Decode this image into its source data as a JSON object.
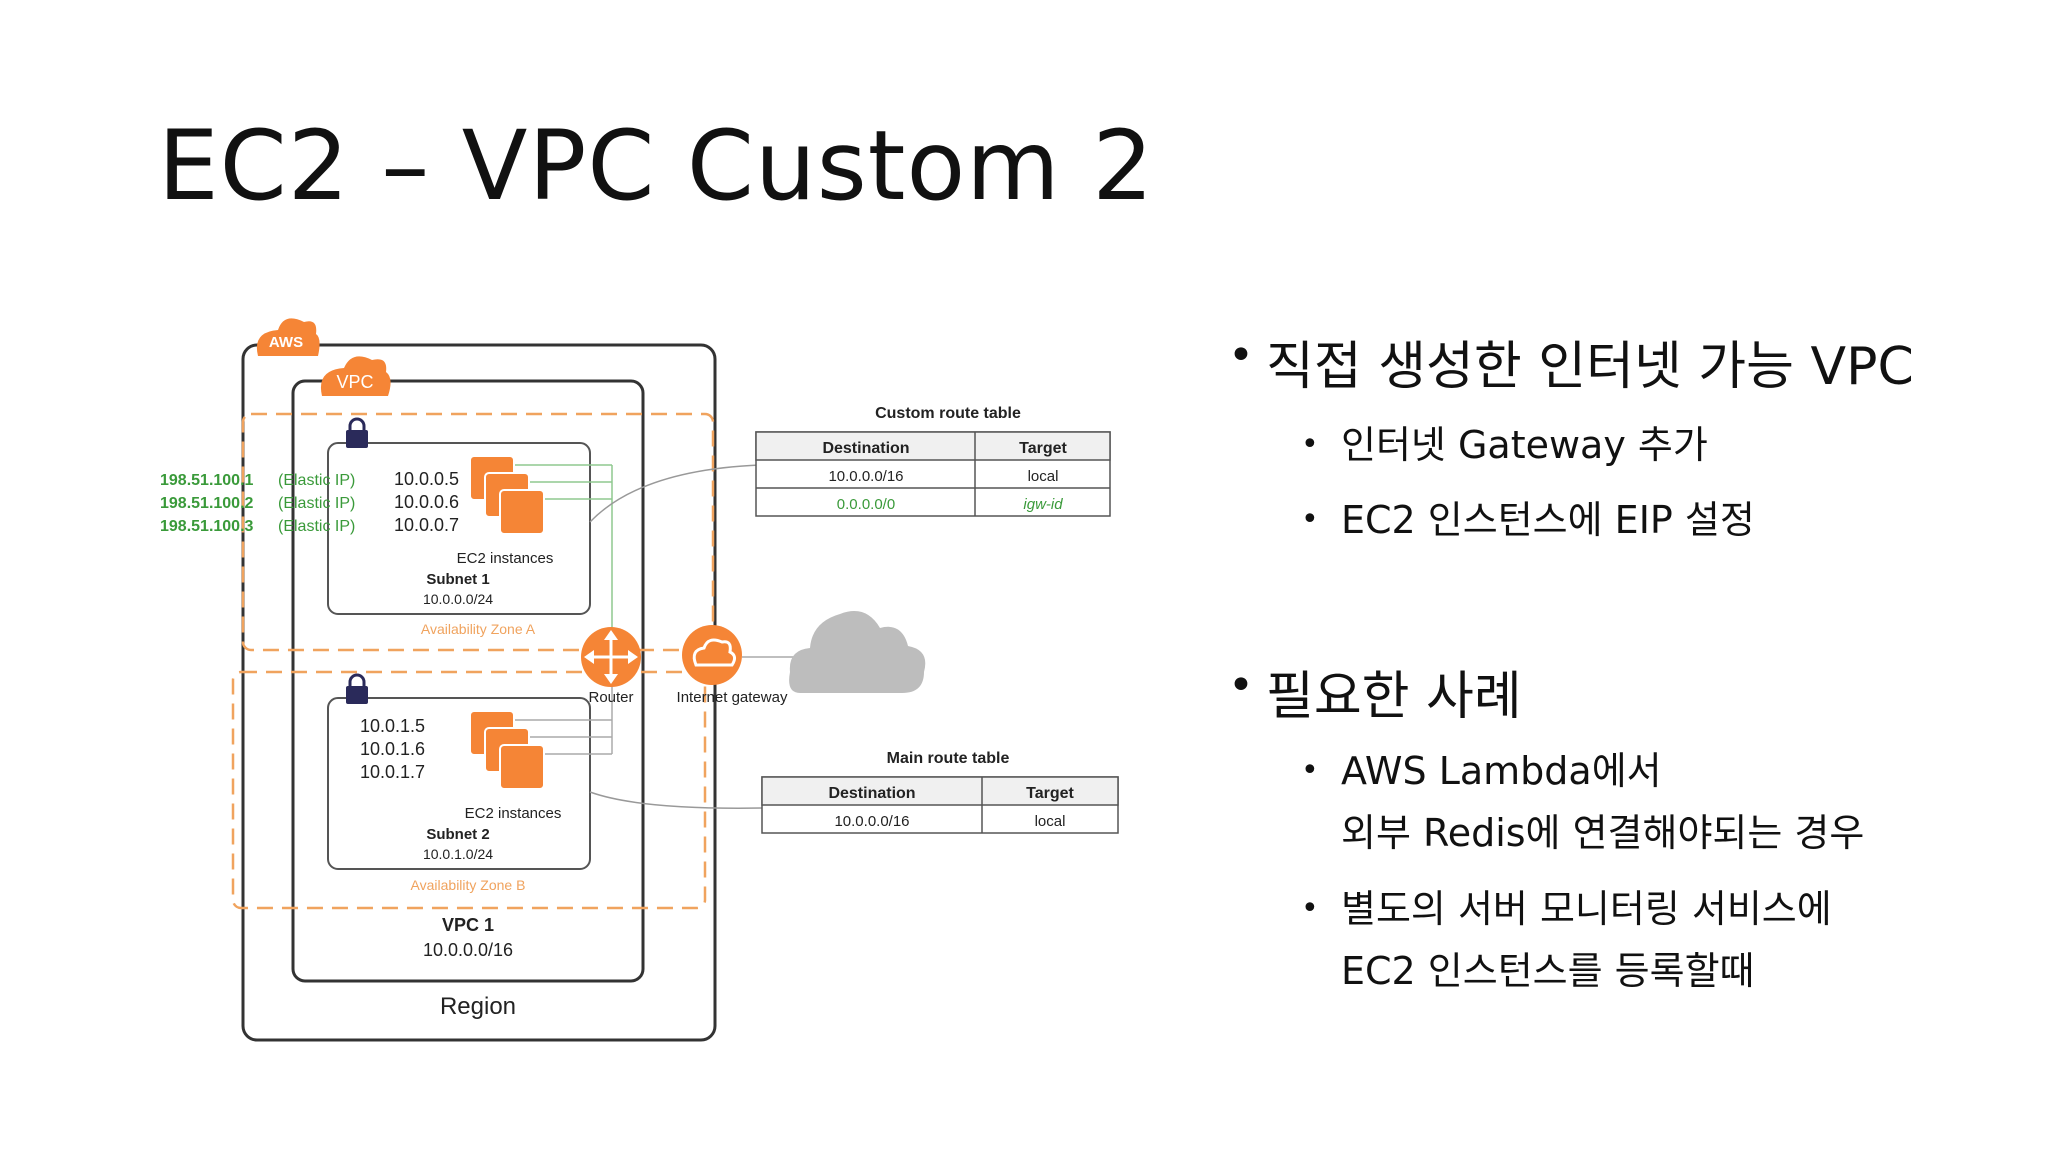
{
  "slide": {
    "title": "EC2 – VPC Custom 2"
  },
  "diagram": {
    "aws_badge": "AWS",
    "vpc_badge": "VPC",
    "region_label": "Region",
    "vpc_name": "VPC 1",
    "vpc_cidr": "10.0.0.0/16",
    "elastic_ips": [
      {
        "ip": "198.51.100.1",
        "suffix": "(Elastic IP)",
        "private": "10.0.0.5"
      },
      {
        "ip": "198.51.100.2",
        "suffix": "(Elastic IP)",
        "private": "10.0.0.6"
      },
      {
        "ip": "198.51.100.3",
        "suffix": "(Elastic IP)",
        "private": "10.0.0.7"
      }
    ],
    "subnet1": {
      "instances_label": "EC2 instances",
      "name": "Subnet 1",
      "cidr": "10.0.0.0/24",
      "az": "Availability Zone A"
    },
    "subnet2": {
      "ips": [
        "10.0.1.5",
        "10.0.1.6",
        "10.0.1.7"
      ],
      "instances_label": "EC2 instances",
      "name": "Subnet 2",
      "cidr": "10.0.1.0/24",
      "az": "Availability Zone B"
    },
    "router_label": "Router",
    "igw_label": "Internet gateway",
    "custom_route_table": {
      "title": "Custom route table",
      "headers": [
        "Destination",
        "Target"
      ],
      "rows": [
        {
          "destination": "10.0.0.0/16",
          "target": "local"
        },
        {
          "destination": "0.0.0.0/0",
          "target": "igw-id"
        }
      ]
    },
    "main_route_table": {
      "title": "Main route table",
      "headers": [
        "Destination",
        "Target"
      ],
      "rows": [
        {
          "destination": "10.0.0.0/16",
          "target": "local"
        }
      ]
    }
  },
  "bullets": [
    {
      "text": "직접 생성한 인터넷 가능 VPC",
      "children": [
        {
          "lines": [
            "인터넷 Gateway 추가"
          ]
        },
        {
          "lines": [
            "EC2 인스턴스에 EIP 설정"
          ]
        }
      ]
    },
    {
      "text": "필요한 사례",
      "children": [
        {
          "lines": [
            "AWS Lambda에서",
            "외부 Redis에 연결해야되는 경우"
          ]
        },
        {
          "lines": [
            "별도의 서버 모니터링 서비스에",
            "EC2 인스턴스를 등록할때"
          ]
        }
      ]
    }
  ],
  "colors": {
    "aws_orange": "#F58536",
    "az_dash": "#F0A35E",
    "eip_green": "#3A9A3A",
    "cloud_gray": "#BDBDBD",
    "frame": "#333333"
  }
}
